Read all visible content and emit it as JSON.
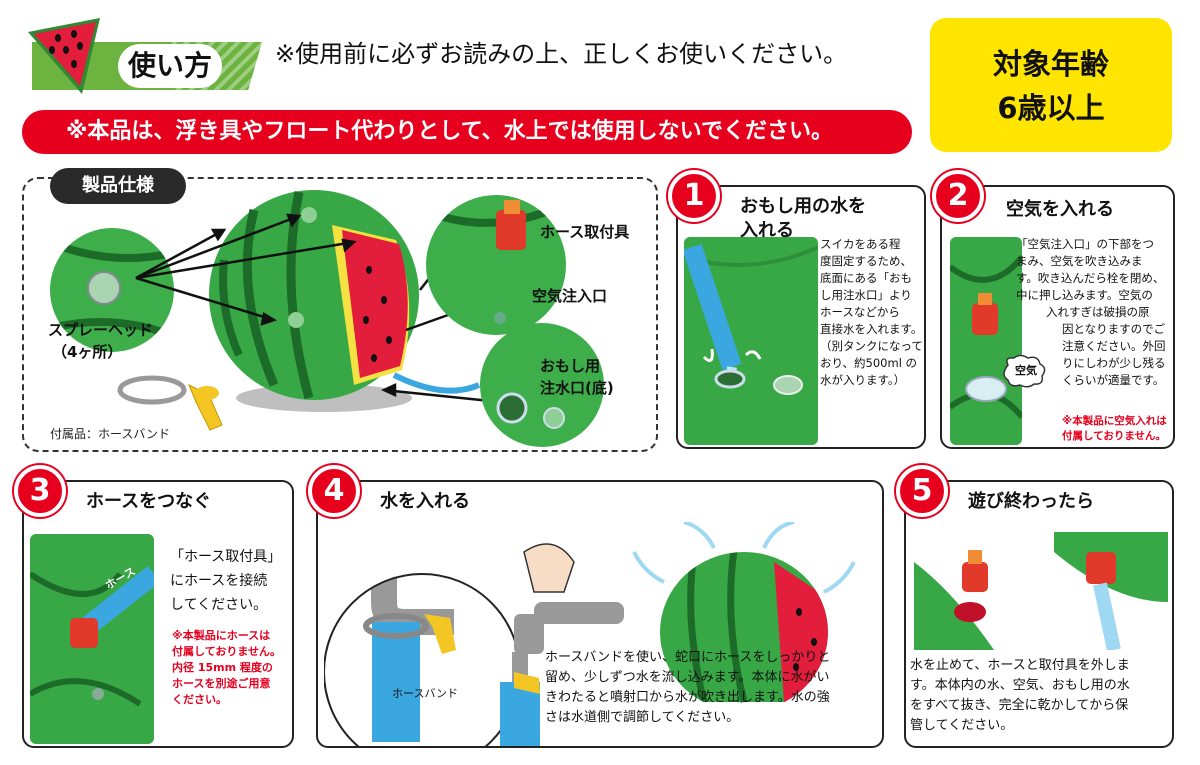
{
  "header": {
    "title": "使い方",
    "intro": "※使用前に必ずお読みの上、正しくお使いください。"
  },
  "age": {
    "line1": "対象年齢",
    "line2": "6歳以上"
  },
  "warning": "※本品は、浮き具やフロート代わりとして、水上では使用しないでください。",
  "spec": {
    "tab": "製品仕様",
    "spray_head": "スプレーヘッド",
    "spray_head_count": "（4ヶ所）",
    "accessory": "付属品：ホースバンド",
    "hose_fitting": "ホース取付具",
    "air_inlet": "空気注入口",
    "weight_inlet_1": "おもし用",
    "weight_inlet_2": "注水口(底)"
  },
  "steps": [
    {
      "number": "1",
      "title_1": "おもし用の水を",
      "title_2": "入れる",
      "text_lines": [
        "スイカをある程",
        "度固定するため、",
        "底面にある「おも",
        "し用注水口」より",
        "ホースなどから",
        "直接水を入れます。",
        "（別タンクになって",
        "おり、約500ml の",
        "水が入ります。）"
      ]
    },
    {
      "number": "2",
      "title": "空気を入れる",
      "text_lines": [
        "「空気注入口」の下部をつ",
        "まみ、空気を吹き込みま",
        "す。吹き込んだら栓を閉め、",
        "中に押し込みます。空気の",
        "入れすぎは破損の原",
        "因となりますのでご",
        "注意ください。外回",
        "りにしわが少し残る",
        "くらいが適量です。"
      ],
      "air_label": "空気",
      "note_lines": [
        "※本製品に空気入れは",
        "付属しておりません。"
      ]
    },
    {
      "number": "3",
      "title": "ホースをつなぐ",
      "text_lines": [
        "「ホース取付具」",
        "にホースを接続",
        "してください。"
      ],
      "hose_label": "ホース",
      "note_lines": [
        "※本製品にホースは",
        "付属しておりません。",
        "内径 15mm 程度の",
        "ホースを別途ご用意",
        "ください。"
      ]
    },
    {
      "number": "4",
      "title": "水を入れる",
      "band_label": "ホースバンド",
      "text_lines": [
        "ホースバンドを使い、蛇口にホースをしっかりと",
        "留め、少しずつ水を流し込みます。本体に水がい",
        "きわたると噴射口から水が吹き出します。水の強",
        "さは水道側で調節してください。"
      ]
    },
    {
      "number": "5",
      "title": "遊び終わったら",
      "text_lines": [
        "水を止めて、ホースと取付具を外しま",
        "す。本体内の水、空気、おもし用の水",
        "をすべて抜き、完全に乾かしてから保",
        "管してください。"
      ]
    }
  ],
  "colors": {
    "red": "#e6001e",
    "green": "#6cb33f",
    "yellow": "#ffe500",
    "hose_blue": "#3aa7e0"
  }
}
